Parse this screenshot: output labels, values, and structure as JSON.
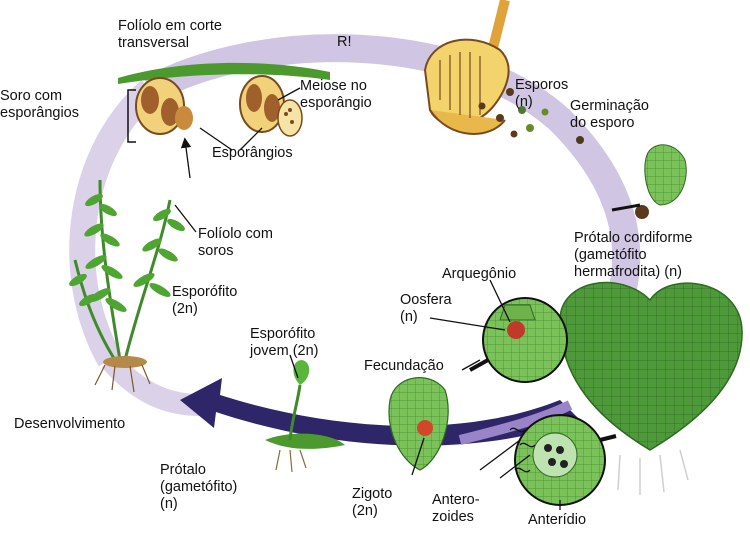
{
  "labels": {
    "foliolo_corte": "Folíolo em corte\ntransversal",
    "soro": "Soro com\nesporângios",
    "meiose": "Meiose no\nesporângio",
    "esporangios": "Esporângios",
    "r": "R!",
    "esporos": "Esporos\n(n)",
    "germinacao": "Germinação\ndo esporo",
    "foliolo_soros": "Folíolo com\nsoros",
    "esporofito": "Esporófito\n(2n)",
    "protalo_cordiforme": "Prótalo cordiforme\n(gametófito\nhermafrodita) (n)",
    "arquegonio": "Arquegônio",
    "oosfera": "Oosfera\n(n)",
    "esporofito_jovem": "Esporófito\njovem (2n)",
    "fecundacao": "Fecundação",
    "desenvolvimento": "Desenvolvimento",
    "protalo": "Prótalo\n(gametófito)\n(n)",
    "zigoto": "Zigoto\n(2n)",
    "anterozoides": "Antero-\nzoides",
    "anteridio": "Anterídio"
  },
  "icons": [
    "fern-frond-icon",
    "sorus-icon",
    "spore-icon",
    "prothallus-icon",
    "archegonium-icon",
    "antheridium-icon",
    "young-sporophyte-icon"
  ],
  "colors": {
    "haploid_arc": "#cbbfe0",
    "diploid_arrow": "#2e2668",
    "leaf_green": "#3f9a2e",
    "sporangium_brown": "#a0602b",
    "spore_yellow": "#f3d36b"
  }
}
